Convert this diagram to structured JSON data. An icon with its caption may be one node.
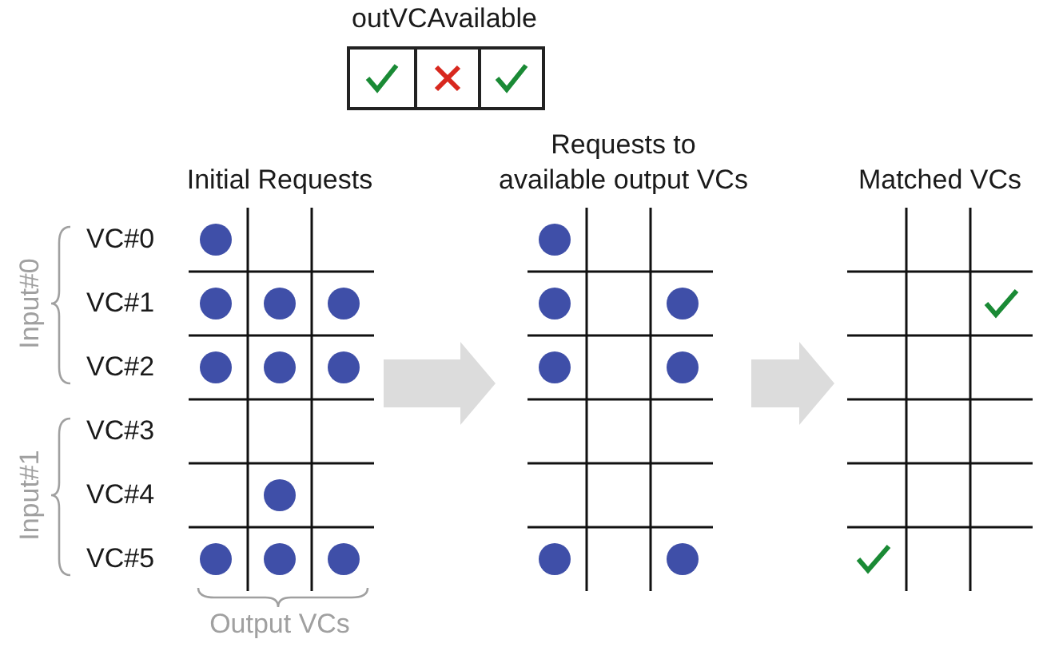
{
  "diagram": {
    "nodes": [
      {
        "text": [
          "Initial Requests"
        ]
      },
      {
        "text": [
          "Requests to available output VCs"
        ]
      },
      {
        "text": [
          "Matched VCs"
        ]
      }
    ],
    "edges": [
      {
        "from": 0,
        "to": 1,
        "arrow": "to",
        "style": "thick",
        "color": "#dcdcdc"
      },
      {
        "from": 1,
        "to": 2,
        "arrow": "to",
        "style": "thick",
        "color": "#dcdcdc"
      }
    ],
    "labels": [
      "outVCAvailable",
      "VC#0",
      "VC#1",
      "VC#2",
      "VC#3",
      "VC#4",
      "VC#5",
      "Input#0",
      "Input#1",
      "Output VCs"
    ]
  }
}
